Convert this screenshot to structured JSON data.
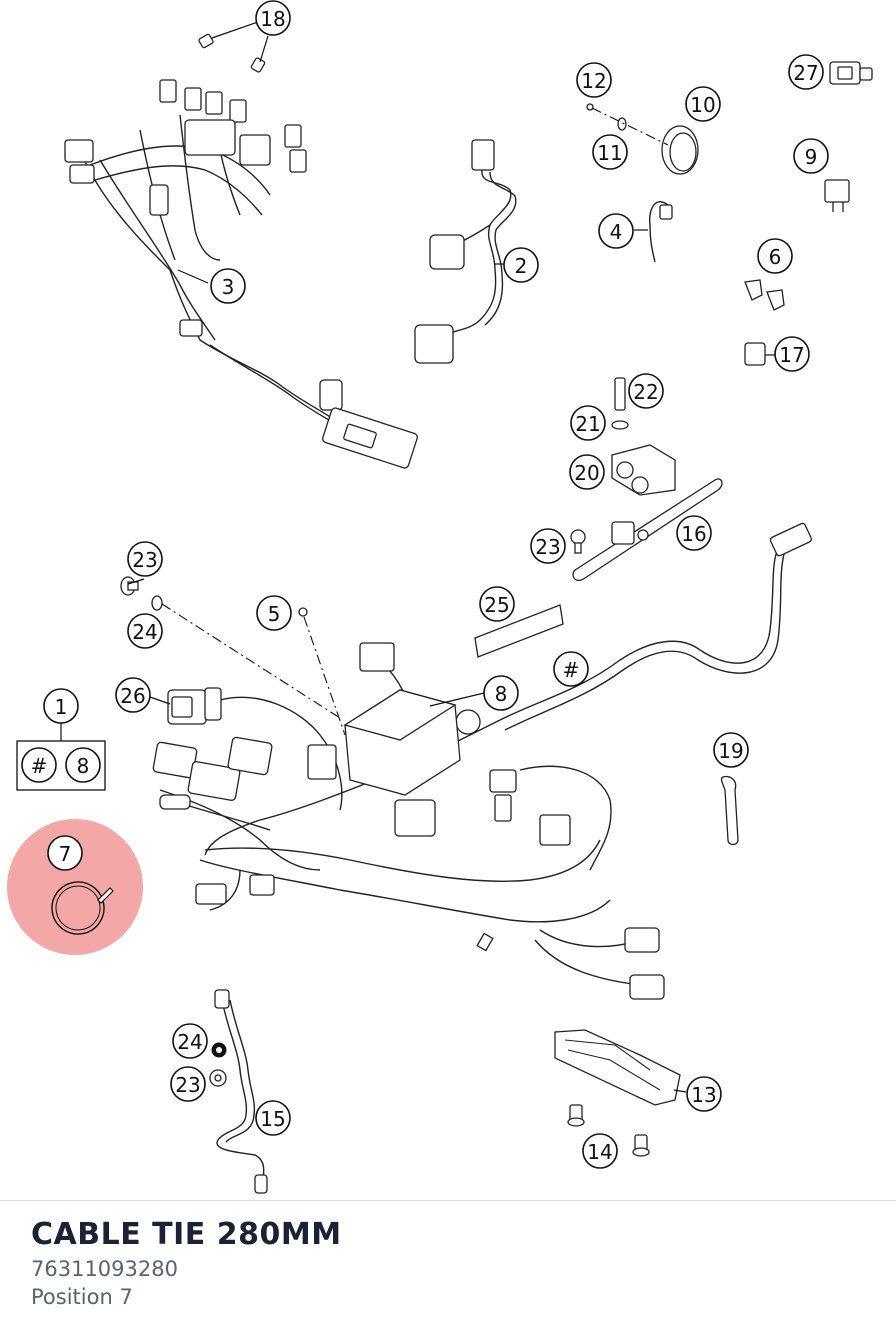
{
  "diagram": {
    "callouts": {
      "c1": "1",
      "c2": "2",
      "c3": "3",
      "c4": "4",
      "c5": "5",
      "c6": "6",
      "c7": "7",
      "c8a": "8",
      "c8b": "8",
      "c9": "9",
      "c10": "10",
      "c11": "11",
      "c12": "12",
      "c13": "13",
      "c14": "14",
      "c15": "15",
      "c16": "16",
      "c17": "17",
      "c18": "18",
      "c19": "19",
      "c20": "20",
      "c21": "21",
      "c22": "22",
      "c23a": "23",
      "c23b": "23",
      "c23c": "23",
      "c24a": "24",
      "c24b": "24",
      "c25": "25",
      "c26": "26",
      "c27": "27",
      "hashA": "#",
      "hashB": "#"
    },
    "highlight_color": "#f08a8a"
  },
  "part": {
    "title": "CABLE TIE 280MM",
    "number": "76311093280",
    "position": "Position 7"
  }
}
